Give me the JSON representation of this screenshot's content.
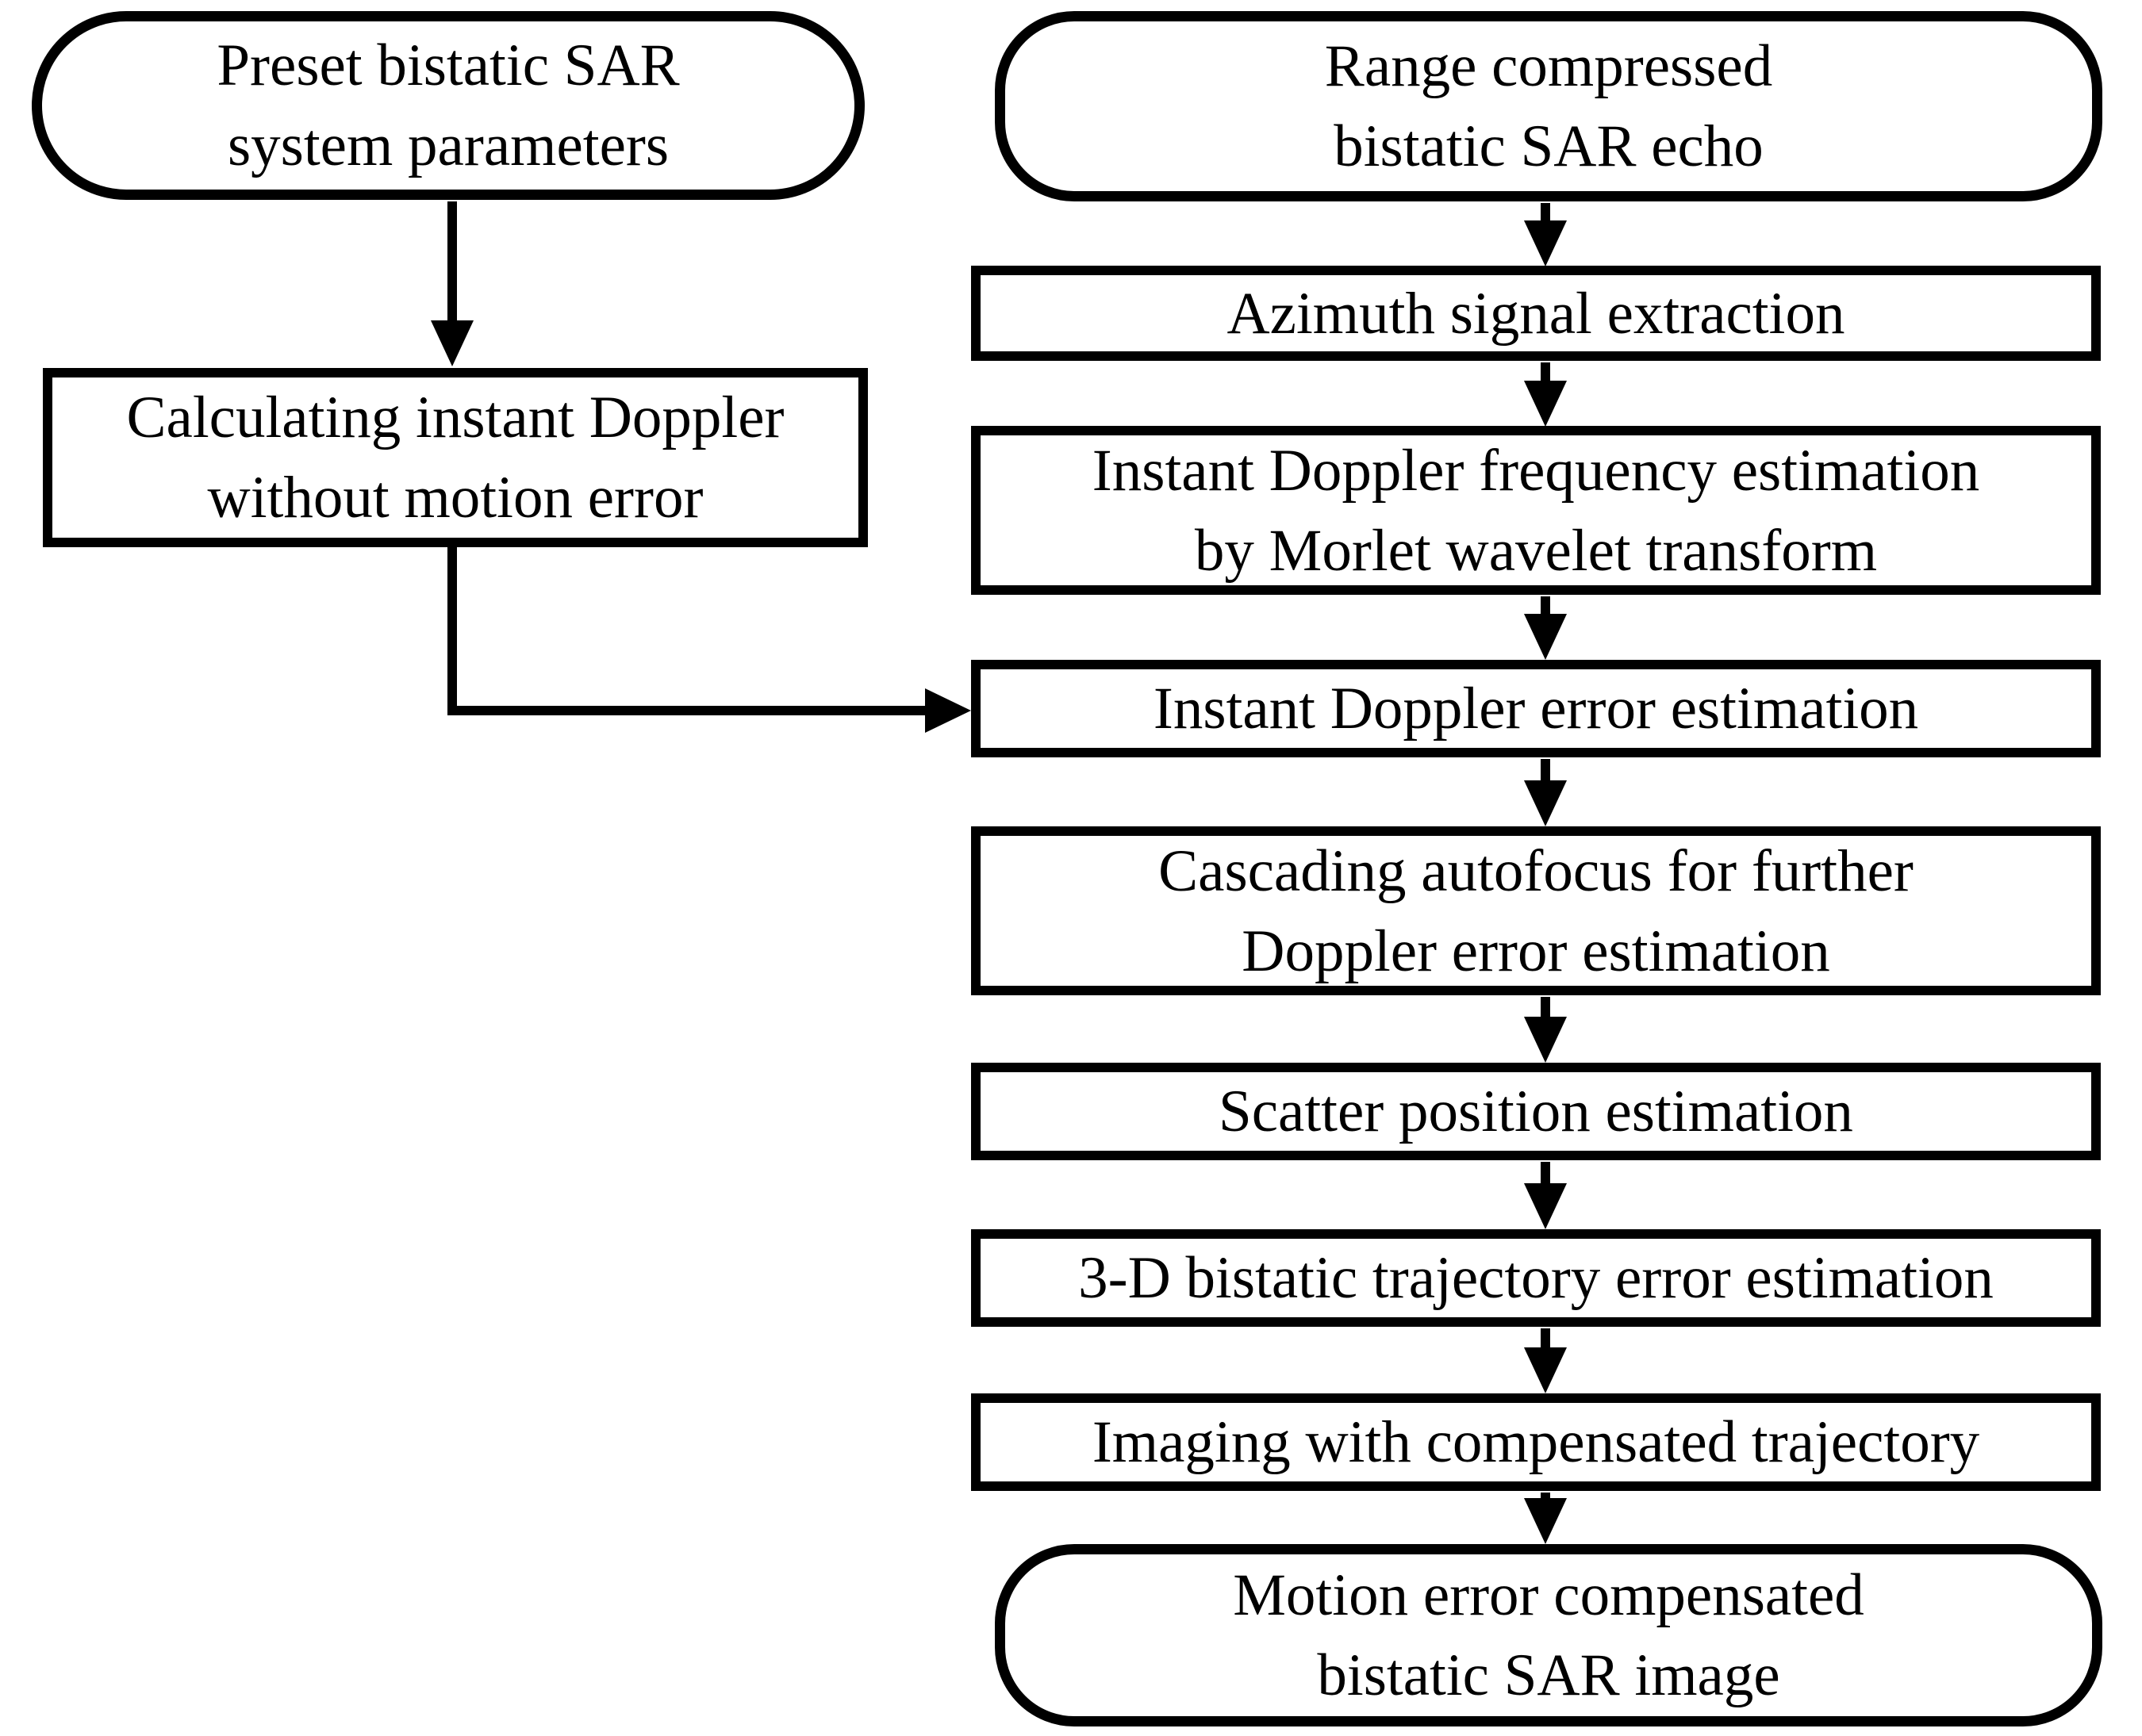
{
  "title": "Bistatic SAR motion error compensation flowchart",
  "colors": {
    "line": "#000000",
    "box_fill": "#ffffff",
    "background": "#ffffff",
    "text": "#000000"
  },
  "nodes": [
    {
      "id": "preset-parameters",
      "shape": "stadium",
      "label": "Preset bistatic SAR\nsystem parameters"
    },
    {
      "id": "calculating-instant-doppler",
      "shape": "rectangle",
      "label": "Calculating instant Doppler\nwithout motion error"
    },
    {
      "id": "range-compressed-echo",
      "shape": "stadium",
      "label": "Range compressed\nbistatic SAR echo"
    },
    {
      "id": "azimuth-signal-extraction",
      "shape": "rectangle",
      "label": "Azimuth signal extraction"
    },
    {
      "id": "instant-doppler-frequency-estimation",
      "shape": "rectangle",
      "label": "Instant Doppler frequency estimation\nby Morlet wavelet transform"
    },
    {
      "id": "instant-doppler-error-estimation",
      "shape": "rectangle",
      "label": "Instant Doppler error estimation"
    },
    {
      "id": "cascading-autofocus",
      "shape": "rectangle",
      "label": "Cascading autofocus for further\nDoppler error estimation"
    },
    {
      "id": "scatter-position-estimation",
      "shape": "rectangle",
      "label": "Scatter position estimation"
    },
    {
      "id": "trajectory-error-estimation",
      "shape": "rectangle",
      "label": "3-D bistatic trajectory error estimation"
    },
    {
      "id": "imaging-compensated-trajectory",
      "shape": "rectangle",
      "label": "Imaging with compensated trajectory"
    },
    {
      "id": "motion-error-compensated-image",
      "shape": "stadium",
      "label": "Motion error compensated\nbistatic SAR image"
    }
  ],
  "edges": [
    {
      "from": "preset-parameters",
      "to": "calculating-instant-doppler",
      "type": "straight-down"
    },
    {
      "from": "calculating-instant-doppler",
      "to": "instant-doppler-error-estimation",
      "type": "elbow-down-right"
    },
    {
      "from": "range-compressed-echo",
      "to": "azimuth-signal-extraction",
      "type": "straight-down"
    },
    {
      "from": "azimuth-signal-extraction",
      "to": "instant-doppler-frequency-estimation",
      "type": "straight-down"
    },
    {
      "from": "instant-doppler-frequency-estimation",
      "to": "instant-doppler-error-estimation",
      "type": "straight-down"
    },
    {
      "from": "instant-doppler-error-estimation",
      "to": "cascading-autofocus",
      "type": "straight-down"
    },
    {
      "from": "cascading-autofocus",
      "to": "scatter-position-estimation",
      "type": "straight-down"
    },
    {
      "from": "scatter-position-estimation",
      "to": "trajectory-error-estimation",
      "type": "straight-down"
    },
    {
      "from": "trajectory-error-estimation",
      "to": "imaging-compensated-trajectory",
      "type": "straight-down"
    },
    {
      "from": "imaging-compensated-trajectory",
      "to": "motion-error-compensated-image",
      "type": "straight-down"
    }
  ]
}
